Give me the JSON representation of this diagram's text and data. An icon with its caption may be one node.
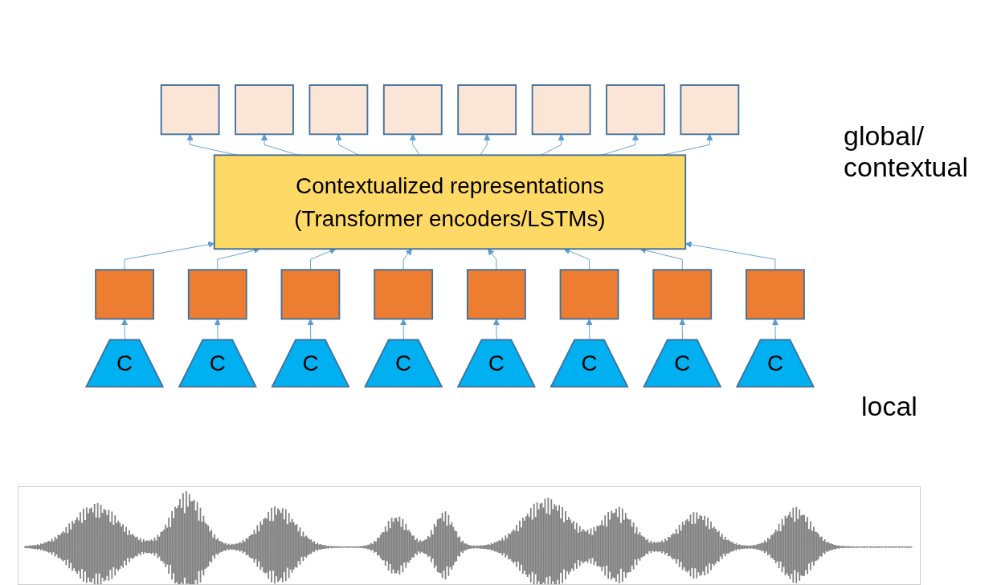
{
  "diagram": {
    "nodes": [
      {
        "text": [],
        "shape": "box"
      },
      {
        "text": [],
        "shape": "box"
      },
      {
        "text": [],
        "shape": "box"
      },
      {
        "text": [],
        "shape": "box"
      },
      {
        "text": [],
        "shape": "box"
      },
      {
        "text": [],
        "shape": "box"
      },
      {
        "text": [],
        "shape": "box"
      },
      {
        "text": [],
        "shape": "box"
      },
      {
        "text": [
          "Contextualized representations (Transformer encoders/LSTMs)"
        ]
      },
      {
        "text": [],
        "shape": "box"
      },
      {
        "text": [],
        "shape": "box"
      },
      {
        "text": [],
        "shape": "box"
      },
      {
        "text": [],
        "shape": "box"
      },
      {
        "text": [],
        "shape": "box"
      },
      {
        "text": [],
        "shape": "box"
      },
      {
        "text": [],
        "shape": "box"
      },
      {
        "text": [],
        "shape": "box"
      },
      {
        "text": [
          "C"
        ]
      },
      {
        "text": [
          "C"
        ]
      },
      {
        "text": [
          "C"
        ]
      },
      {
        "text": [
          "C"
        ]
      },
      {
        "text": [
          "C"
        ]
      },
      {
        "text": [
          "C"
        ]
      },
      {
        "text": [
          "C"
        ]
      },
      {
        "text": [
          "C"
        ]
      },
      {
        "text": [],
        "shape": "box"
      }
    ],
    "edges": [
      {
        "from": 17,
        "to": 9,
        "arrow": "to"
      },
      {
        "from": 18,
        "to": 10,
        "arrow": "to"
      },
      {
        "from": 19,
        "to": 11,
        "arrow": "to"
      },
      {
        "from": 20,
        "to": 12,
        "arrow": "to"
      },
      {
        "from": 21,
        "to": 13,
        "arrow": "to"
      },
      {
        "from": 22,
        "to": 14,
        "arrow": "to"
      },
      {
        "from": 23,
        "to": 15,
        "arrow": "to"
      },
      {
        "from": 24,
        "to": 16,
        "arrow": "to"
      },
      {
        "from": 9,
        "to": 8,
        "arrow": "to"
      },
      {
        "from": 10,
        "to": 8,
        "arrow": "to"
      },
      {
        "from": 11,
        "to": 8,
        "arrow": "to"
      },
      {
        "from": 12,
        "to": 8,
        "arrow": "to"
      },
      {
        "from": 13,
        "to": 8,
        "arrow": "to"
      },
      {
        "from": 14,
        "to": 8,
        "arrow": "to"
      },
      {
        "from": 15,
        "to": 8,
        "arrow": "to"
      },
      {
        "from": 16,
        "to": 8,
        "arrow": "to"
      },
      {
        "from": 8,
        "to": 0,
        "arrow": "to"
      },
      {
        "from": 8,
        "to": 1,
        "arrow": "to"
      },
      {
        "from": 8,
        "to": 2,
        "arrow": "to"
      },
      {
        "from": 8,
        "to": 3,
        "arrow": "to"
      },
      {
        "from": 8,
        "to": 4,
        "arrow": "to"
      },
      {
        "from": 8,
        "to": 5,
        "arrow": "to"
      },
      {
        "from": 8,
        "to": 6,
        "arrow": "to"
      },
      {
        "from": 8,
        "to": 7,
        "arrow": "to"
      }
    ],
    "labels": [
      "global/ contextual",
      "local"
    ]
  }
}
